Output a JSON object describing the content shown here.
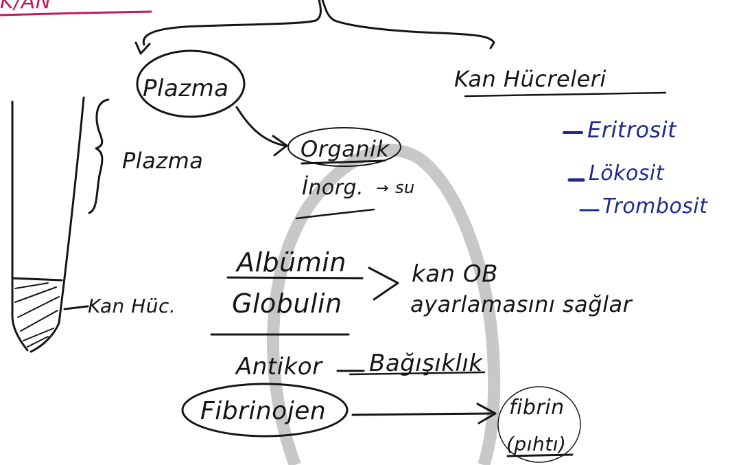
{
  "notes": {
    "top_left_fragment": "K/AN",
    "plasma_circled": "Plazma",
    "formed_elements_heading": "Kan Hücreleri",
    "cells": [
      "Eritrosit",
      "Lökosit",
      "Trombosit"
    ],
    "tube_plasma_label": "Plazma",
    "tube_cells_label": "Kan Hüc.",
    "organic": "Organik",
    "inorganic": "İnorg.",
    "inorganic_arrow_to": "su",
    "albumin": "Albümin",
    "globulin": "Globulin",
    "ratio_result_line1": "kan OB",
    "ratio_result_line2": "ayarlamasını sağlar",
    "antibody_line_left": "Antikor",
    "antibody_line_right": "Bağışıklık",
    "fibrinogen": "Fibrinojen",
    "fibrin_line1": "fibrin",
    "fibrin_line2": "(pıhtı)"
  },
  "colors": {
    "ink": "#151515",
    "blue_ink": "#1d2a8a",
    "red_ink": "#c2185b",
    "watermark": "#c8c8c8"
  }
}
